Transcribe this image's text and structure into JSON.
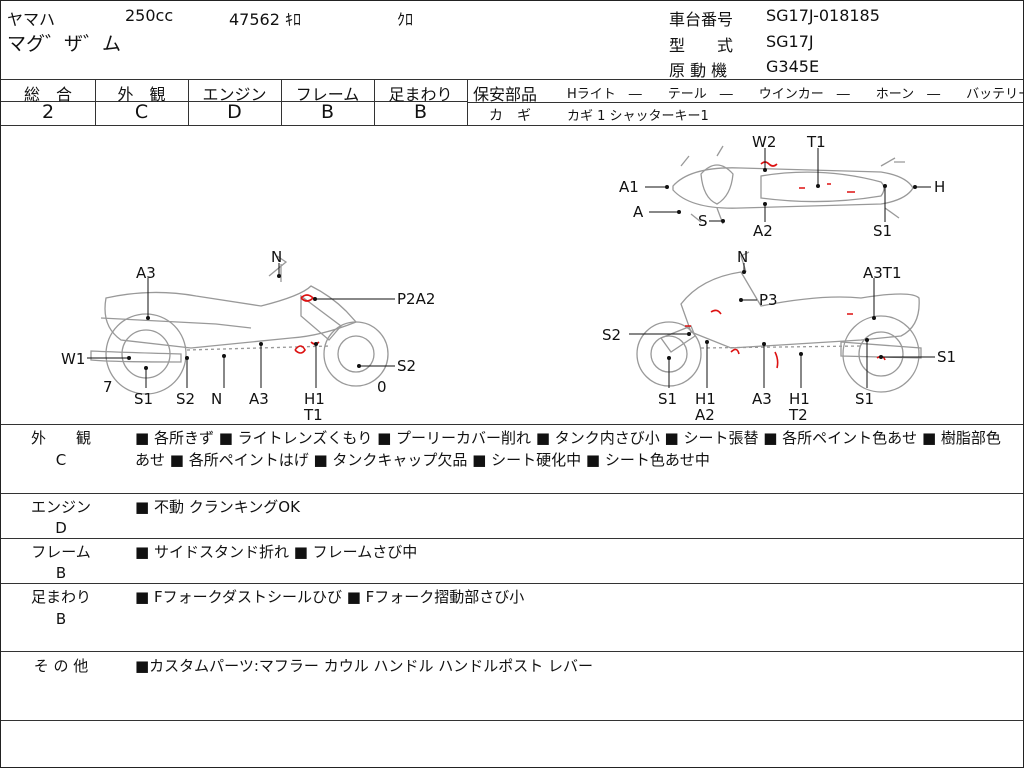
{
  "header": {
    "maker": "ヤマハ",
    "displacement": "250cc",
    "mileage": "47562 ｷﾛ",
    "color": "ｸﾛ",
    "model": "マグ゛ザ゛ム",
    "frame_no_label": "車台番号",
    "frame_no": "SG17J-018185",
    "type_label": "型　　式",
    "type": "SG17J",
    "engine_label": "原 動 機",
    "engine": "G345E"
  },
  "grades": {
    "total": {
      "label": "総　合",
      "value": "2"
    },
    "exterior": {
      "label": "外　観",
      "value": "C"
    },
    "engine": {
      "label": "エンジン",
      "value": "D"
    },
    "frame": {
      "label": "フレーム",
      "value": "B"
    },
    "suspension": {
      "label": "足まわり",
      "value": "B"
    }
  },
  "safety": {
    "label": "保安部品",
    "items": "Hライト　―　　テール　―　　ウインカー　―　　ホーン　―　　バッテリー ×",
    "key_label": "カ　ギ",
    "key_value": "カギ 1 シャッターキー1"
  },
  "diagram": {
    "top_labels": [
      "W2",
      "T1",
      "A1",
      "H",
      "A",
      "S",
      "A2",
      "S1"
    ],
    "left_labels": [
      "N",
      "A3",
      "P2A2",
      "W1",
      "S2",
      "7",
      "0",
      "S1",
      "S2",
      "N",
      "A3",
      "H1",
      "T1"
    ],
    "right_labels": [
      "N",
      "A3T1",
      "P3",
      "S2",
      "S1",
      "S1",
      "H1",
      "A2",
      "A3",
      "H1",
      "T2",
      "S1"
    ]
  },
  "sections": [
    {
      "label": "外　　観",
      "grade": "C",
      "text": "■ 各所きず ■ ライトレンズくもり ■ プーリーカバー削れ ■ タンク内さび小 ■ シート張替 ■ 各所ペイント色あせ ■ 樹脂部色あせ ■ 各所ペイントはげ ■ タンクキャップ欠品 ■ シート硬化中 ■ シート色あせ中"
    },
    {
      "label": "エンジン",
      "grade": "D",
      "text": "■ 不動 クランキングOK"
    },
    {
      "label": "フレーム",
      "grade": "B",
      "text": "■ サイドスタンド折れ ■ フレームさび中"
    },
    {
      "label": "足まわり",
      "grade": "B",
      "text": "■ Fフォークダストシールひび ■ Fフォーク摺動部さび小"
    },
    {
      "label": "そ の 他",
      "grade": "",
      "text": "■カスタムパーツ:マフラー カウル ハンドル ハンドルポスト レバー"
    }
  ]
}
